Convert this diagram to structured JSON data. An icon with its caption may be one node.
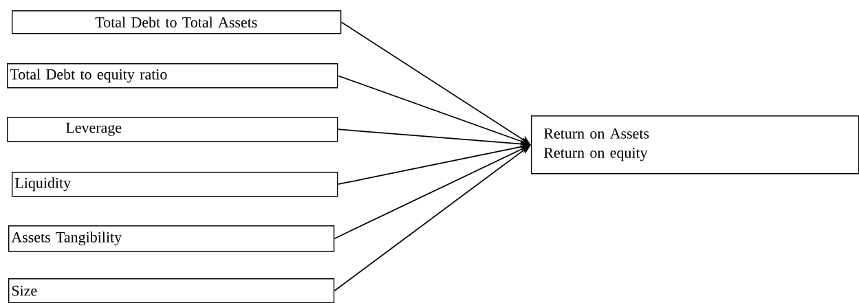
{
  "diagram": {
    "nodes": [
      {
        "text": [
          "Total Debt to Total Assets"
        ]
      },
      {
        "text": [
          "Total Debt to equity ratio"
        ]
      },
      {
        "text": [
          "Leverage"
        ]
      },
      {
        "text": [
          "Liquidity"
        ]
      },
      {
        "text": [
          "Assets Tangibility"
        ]
      },
      {
        "text": [
          "Size"
        ]
      },
      {
        "text": [
          "Return on Assets",
          "Return on equity"
        ]
      }
    ],
    "edges": [
      {
        "from": 0,
        "to": 6,
        "arrow": "to"
      },
      {
        "from": 1,
        "to": 6,
        "arrow": "to"
      },
      {
        "from": 2,
        "to": 6,
        "arrow": "to"
      },
      {
        "from": 3,
        "to": 6,
        "arrow": "to"
      },
      {
        "from": 4,
        "to": 6,
        "arrow": "to"
      },
      {
        "from": 5,
        "to": 6,
        "arrow": "to"
      }
    ]
  }
}
